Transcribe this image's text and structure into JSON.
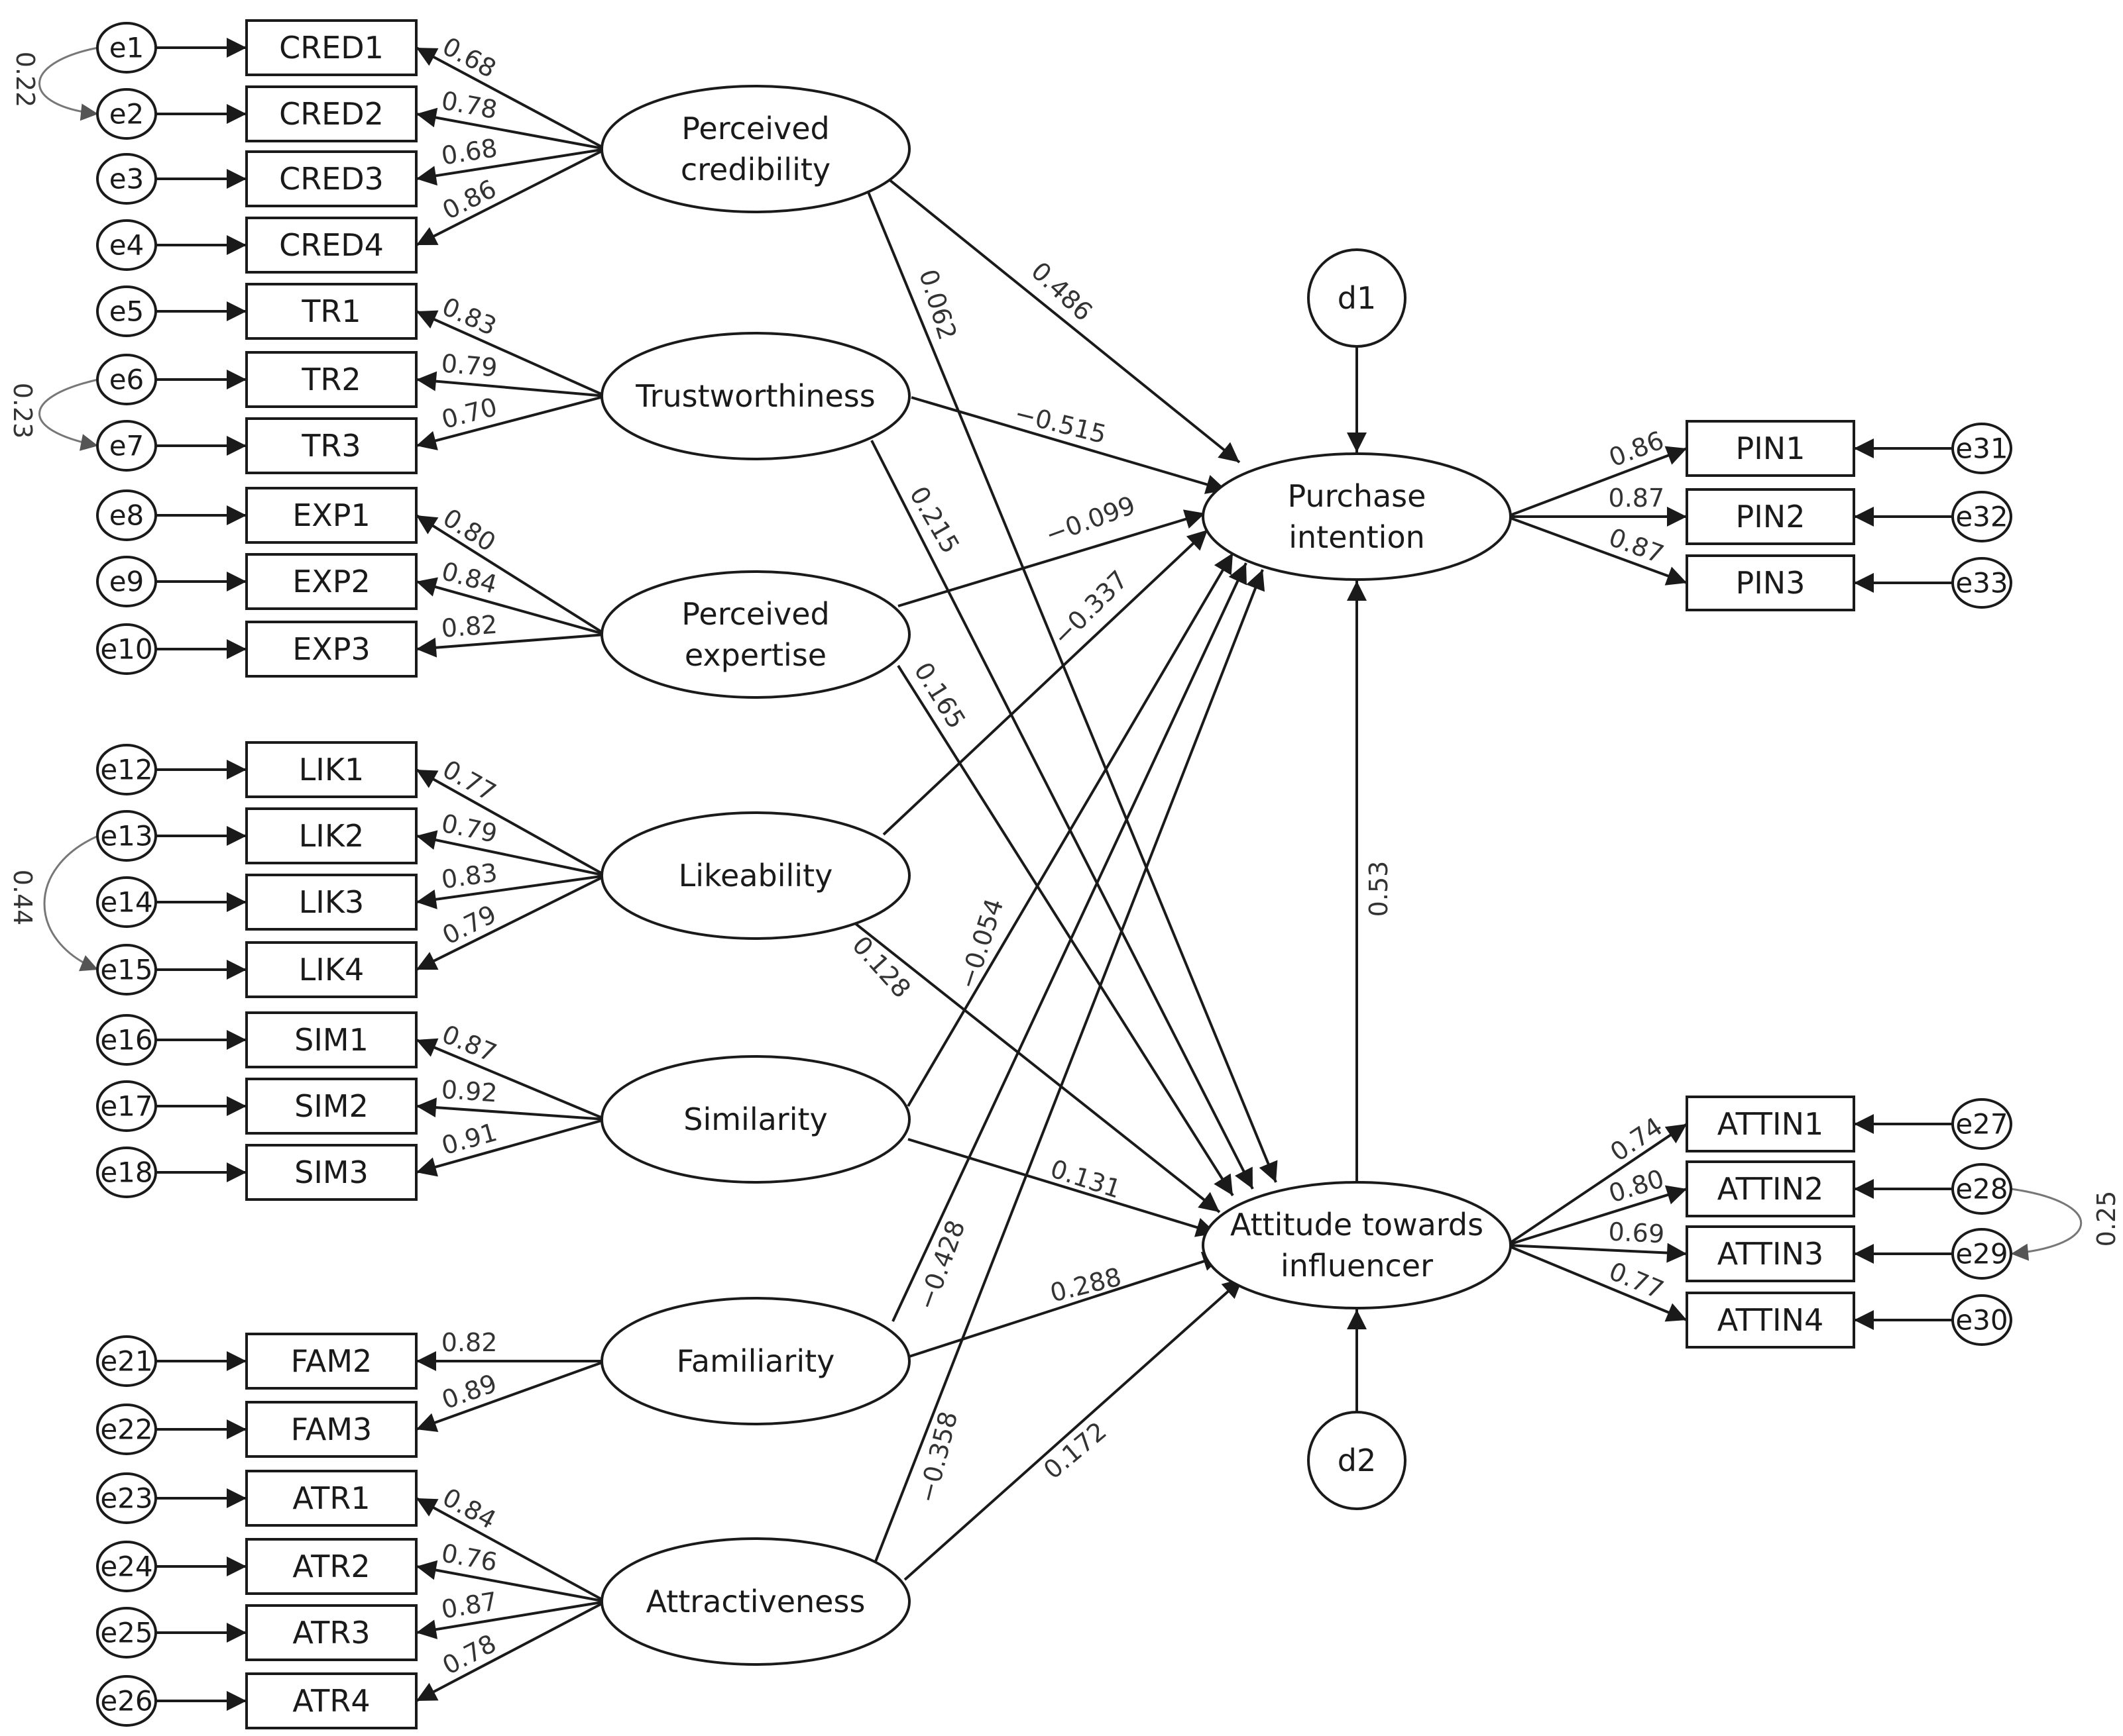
{
  "latents": {
    "cred": {
      "lines": [
        "Perceived",
        "credibility"
      ]
    },
    "tr": {
      "lines": [
        "Trustworthiness"
      ]
    },
    "exp": {
      "lines": [
        "Perceived",
        "expertise"
      ]
    },
    "lik": {
      "lines": [
        "Likeability"
      ]
    },
    "sim": {
      "lines": [
        "Similarity"
      ]
    },
    "fam": {
      "lines": [
        "Familiarity"
      ]
    },
    "atr": {
      "lines": [
        "Attractiveness"
      ]
    },
    "pi": {
      "lines": [
        "Purchase",
        "intention"
      ]
    },
    "att": {
      "lines": [
        "Attitude towards",
        "influencer"
      ]
    }
  },
  "disturbances": [
    "d1",
    "d2"
  ],
  "indicators": {
    "cred": [
      {
        "name": "CRED1",
        "error": "e1",
        "loading": "0.68"
      },
      {
        "name": "CRED2",
        "error": "e2",
        "loading": "0.78"
      },
      {
        "name": "CRED3",
        "error": "e3",
        "loading": "0.68"
      },
      {
        "name": "CRED4",
        "error": "e4",
        "loading": "0.86"
      }
    ],
    "tr": [
      {
        "name": "TR1",
        "error": "e5",
        "loading": "0.83"
      },
      {
        "name": "TR2",
        "error": "e6",
        "loading": "0.79"
      },
      {
        "name": "TR3",
        "error": "e7",
        "loading": "0.70"
      }
    ],
    "exp": [
      {
        "name": "EXP1",
        "error": "e8",
        "loading": "0.80"
      },
      {
        "name": "EXP2",
        "error": "e9",
        "loading": "0.84"
      },
      {
        "name": "EXP3",
        "error": "e10",
        "loading": "0.82"
      }
    ],
    "lik": [
      {
        "name": "LIK1",
        "error": "e12",
        "loading": "0.77"
      },
      {
        "name": "LIK2",
        "error": "e13",
        "loading": "0.79"
      },
      {
        "name": "LIK3",
        "error": "e14",
        "loading": "0.83"
      },
      {
        "name": "LIK4",
        "error": "e15",
        "loading": "0.79"
      }
    ],
    "sim": [
      {
        "name": "SIM1",
        "error": "e16",
        "loading": "0.87"
      },
      {
        "name": "SIM2",
        "error": "e17",
        "loading": "0.92"
      },
      {
        "name": "SIM3",
        "error": "e18",
        "loading": "0.91"
      }
    ],
    "fam": [
      {
        "name": "FAM2",
        "error": "e21",
        "loading": "0.82"
      },
      {
        "name": "FAM3",
        "error": "e22",
        "loading": "0.89"
      }
    ],
    "atr": [
      {
        "name": "ATR1",
        "error": "e23",
        "loading": "0.84"
      },
      {
        "name": "ATR2",
        "error": "e24",
        "loading": "0.76"
      },
      {
        "name": "ATR3",
        "error": "e25",
        "loading": "0.87"
      },
      {
        "name": "ATR4",
        "error": "e26",
        "loading": "0.78"
      }
    ],
    "pi": [
      {
        "name": "PIN1",
        "error": "e31",
        "loading": "0.86"
      },
      {
        "name": "PIN2",
        "error": "e32",
        "loading": "0.87"
      },
      {
        "name": "PIN3",
        "error": "e33",
        "loading": "0.87"
      }
    ],
    "att": [
      {
        "name": "ATTIN1",
        "error": "e27",
        "loading": "0.74"
      },
      {
        "name": "ATTIN2",
        "error": "e28",
        "loading": "0.80"
      },
      {
        "name": "ATTIN3",
        "error": "e29",
        "loading": "0.69"
      },
      {
        "name": "ATTIN4",
        "error": "e30",
        "loading": "0.77"
      }
    ]
  },
  "structural_paths": [
    {
      "from": "cred",
      "to": "pi",
      "value": "0.486"
    },
    {
      "from": "cred",
      "to": "att",
      "value": "0.062"
    },
    {
      "from": "tr",
      "to": "pi",
      "value": "−0.515"
    },
    {
      "from": "tr",
      "to": "att",
      "value": "0.215"
    },
    {
      "from": "exp",
      "to": "pi",
      "value": "−0.099"
    },
    {
      "from": "exp",
      "to": "att",
      "value": "0.165"
    },
    {
      "from": "lik",
      "to": "pi",
      "value": "−0.337"
    },
    {
      "from": "lik",
      "to": "att",
      "value": "0.128"
    },
    {
      "from": "sim",
      "to": "pi",
      "value": "−0.054"
    },
    {
      "from": "sim",
      "to": "att",
      "value": "0.131"
    },
    {
      "from": "fam",
      "to": "pi",
      "value": "−0.428"
    },
    {
      "from": "fam",
      "to": "att",
      "value": "0.288"
    },
    {
      "from": "atr",
      "to": "pi",
      "value": "−0.358"
    },
    {
      "from": "atr",
      "to": "att",
      "value": "0.172"
    },
    {
      "from": "att",
      "to": "pi",
      "value": "0.53"
    }
  ],
  "error_covariances": [
    {
      "between": [
        "e1",
        "e2"
      ],
      "value": "0.22"
    },
    {
      "between": [
        "e6",
        "e7"
      ],
      "value": "0.23"
    },
    {
      "between": [
        "e13",
        "e15"
      ],
      "value": "0.44"
    },
    {
      "between": [
        "e28",
        "e29"
      ],
      "value": "0.25"
    }
  ]
}
